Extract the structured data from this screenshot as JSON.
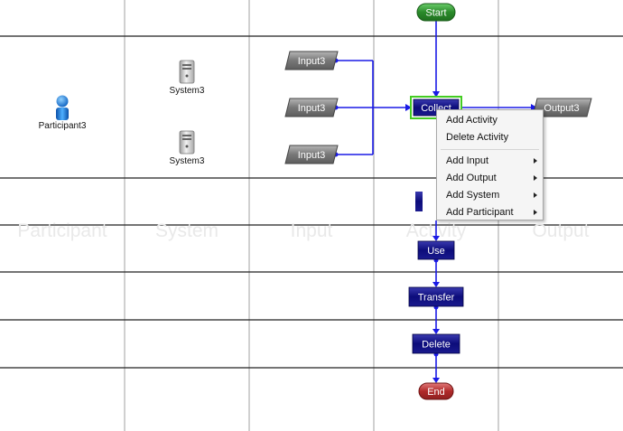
{
  "columns": [
    "Participant",
    "System",
    "Input",
    "Activity",
    "Output"
  ],
  "nodes": {
    "start": "Start",
    "end": "End",
    "participant": "Participant3",
    "systems": [
      "System3",
      "System3"
    ],
    "inputs": [
      "Input3",
      "Input3",
      "Input3"
    ],
    "activities": [
      "Collect",
      "Use",
      "Transfer",
      "Delete"
    ],
    "output": "Output3"
  },
  "context_menu": {
    "items": [
      "Add Activity",
      "Delete Activity",
      "Add Input",
      "Add Output",
      "Add System",
      "Add Participant"
    ]
  },
  "colors": {
    "grid": "#a0a0a0",
    "row_line": "#222222",
    "connector": "#1a1ae6",
    "activity_fill": "#0c0c7a",
    "selected_border": "#44cc22",
    "start_fill": "#2a8a2a",
    "end_fill": "#b02a2a",
    "io_fill": "#7a7a7a"
  }
}
